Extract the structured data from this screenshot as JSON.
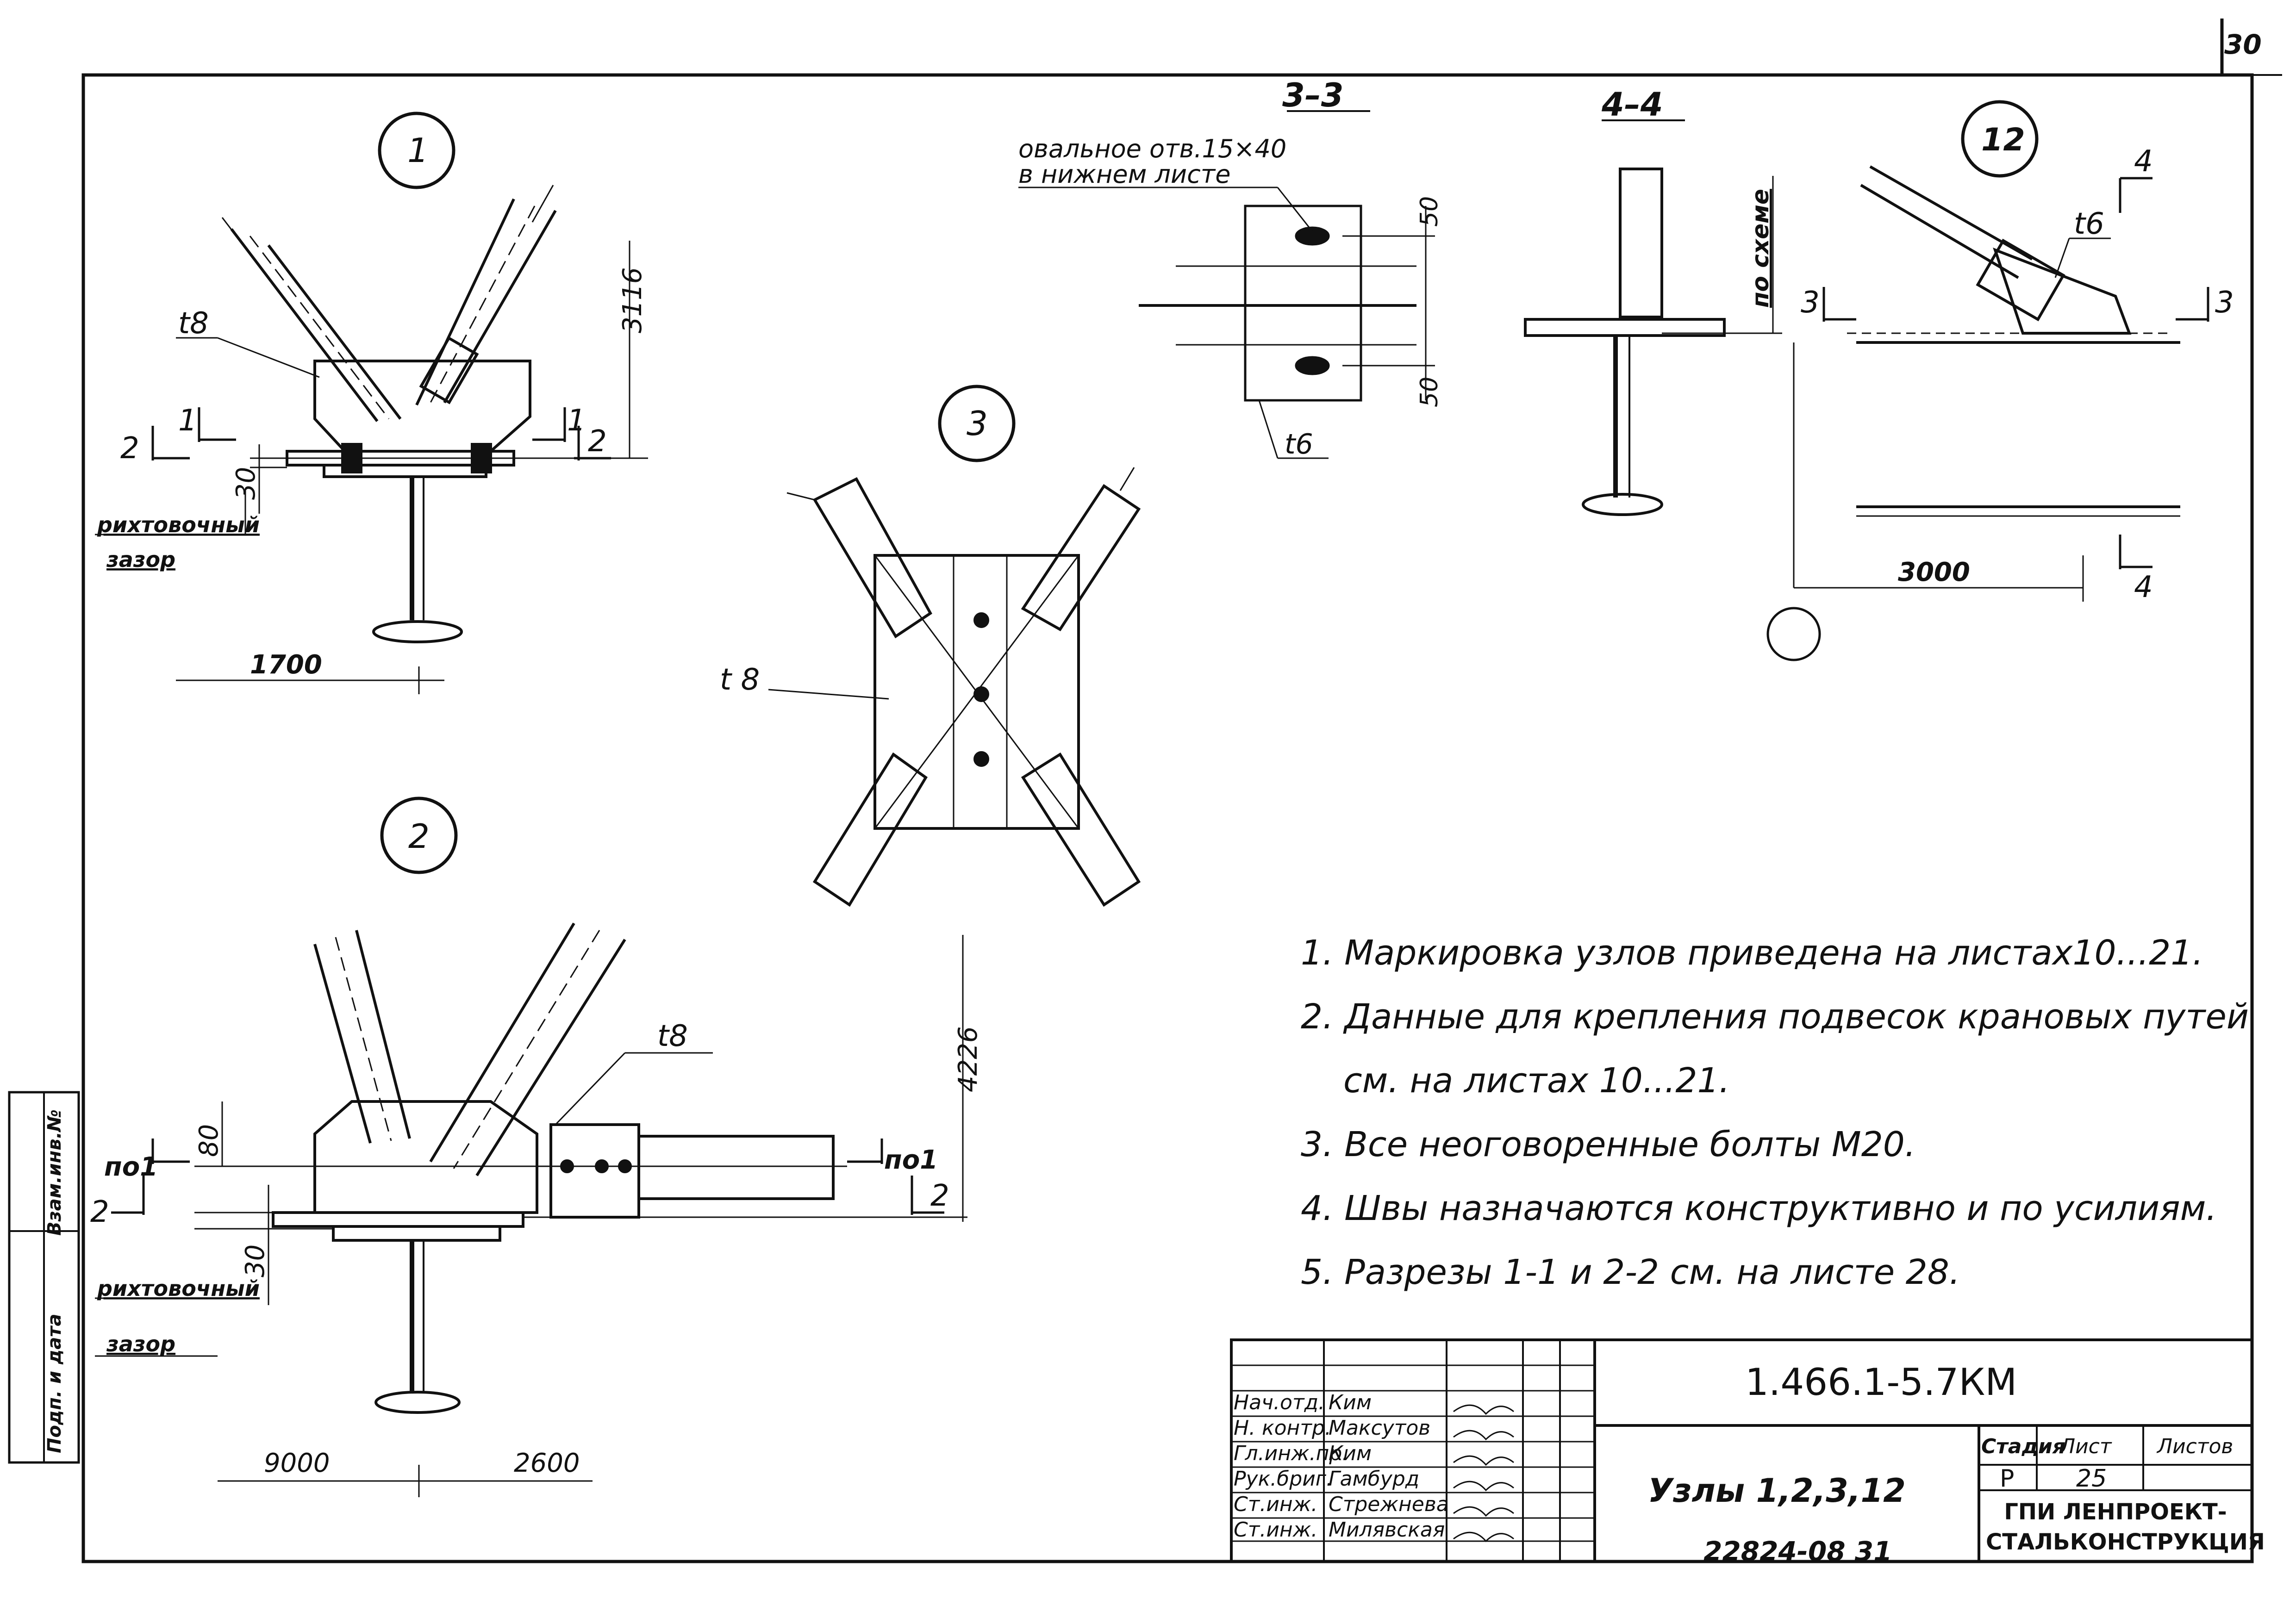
{
  "sheet_corner_number": "30",
  "bottom_code": "22824-08   31",
  "views": {
    "node1": {
      "label": "1",
      "plate": "t8",
      "dim_height": "3116",
      "dim_gap": "30",
      "dim_span": "1700",
      "section_left": "2",
      "section_left2": "1",
      "section_right": "1",
      "section_right2": "2",
      "gap_label_1": "рихтовочный",
      "gap_label_2": "зазор"
    },
    "node2": {
      "label": "2",
      "plate": "t8",
      "dim_height": "4226",
      "dim_80": "80",
      "dim_gap": "30",
      "dim_left": "9000",
      "dim_right": "2600",
      "po1_left": "по1",
      "po1_right": "по1",
      "section_left": "2",
      "section_right": "2",
      "gap_label_1": "рихтовочный",
      "gap_label_2": "зазор"
    },
    "node3": {
      "label": "3",
      "plate": "t 8"
    },
    "node12": {
      "label": "12",
      "plate": "t6",
      "dim_span": "3000",
      "sec3_left": "3",
      "sec3_right": "3",
      "sec4_top": "4",
      "sec4_bottom": "4"
    },
    "section33": {
      "label": "3–3",
      "note_1": "овальное отв.15×40",
      "note_2": "в нижнем листе",
      "dim_top": "50",
      "dim_bottom": "50",
      "plate": "t6"
    },
    "section44": {
      "label": "4–4",
      "side_note": "по схеме"
    }
  },
  "notes": [
    "1. Маркировка узлов приведена на листах10...21.",
    "2. Данные для крепления подвесок крановых путей",
    "см. на листах 10...21.",
    "3. Все неоговоренные болты М20.",
    "4. Швы назначаются конструктивно и по усилиям.",
    "5. Разрезы 1-1 и 2-2 см. на листе 28."
  ],
  "title_block": {
    "code": "1.466.1-5.7КМ",
    "title": "Узлы 1,2,3,12",
    "stage_header": "Стадия",
    "sheet_header": "Лист",
    "sheets_header": "Листов",
    "stage": "Р",
    "sheet": "25",
    "org_1": "ГПИ ЛЕНПРОЕКТ-",
    "org_2": "СТАЛЬКОНСТРУКЦИЯ",
    "roles": [
      {
        "role": "Нач.отд.",
        "name": "Ким"
      },
      {
        "role": "Н. контр.",
        "name": "Максутов"
      },
      {
        "role": "Гл.инж.пр.",
        "name": "Ким"
      },
      {
        "role": "Рук.бриг.",
        "name": "Гамбурд"
      },
      {
        "role": "Ст.инж.",
        "name": "Стрежнева"
      },
      {
        "role": "Ст.инж.",
        "name": "Милявская"
      }
    ]
  },
  "side_stamp": [
    "Взам.инв.№",
    "Подп. и дата"
  ]
}
